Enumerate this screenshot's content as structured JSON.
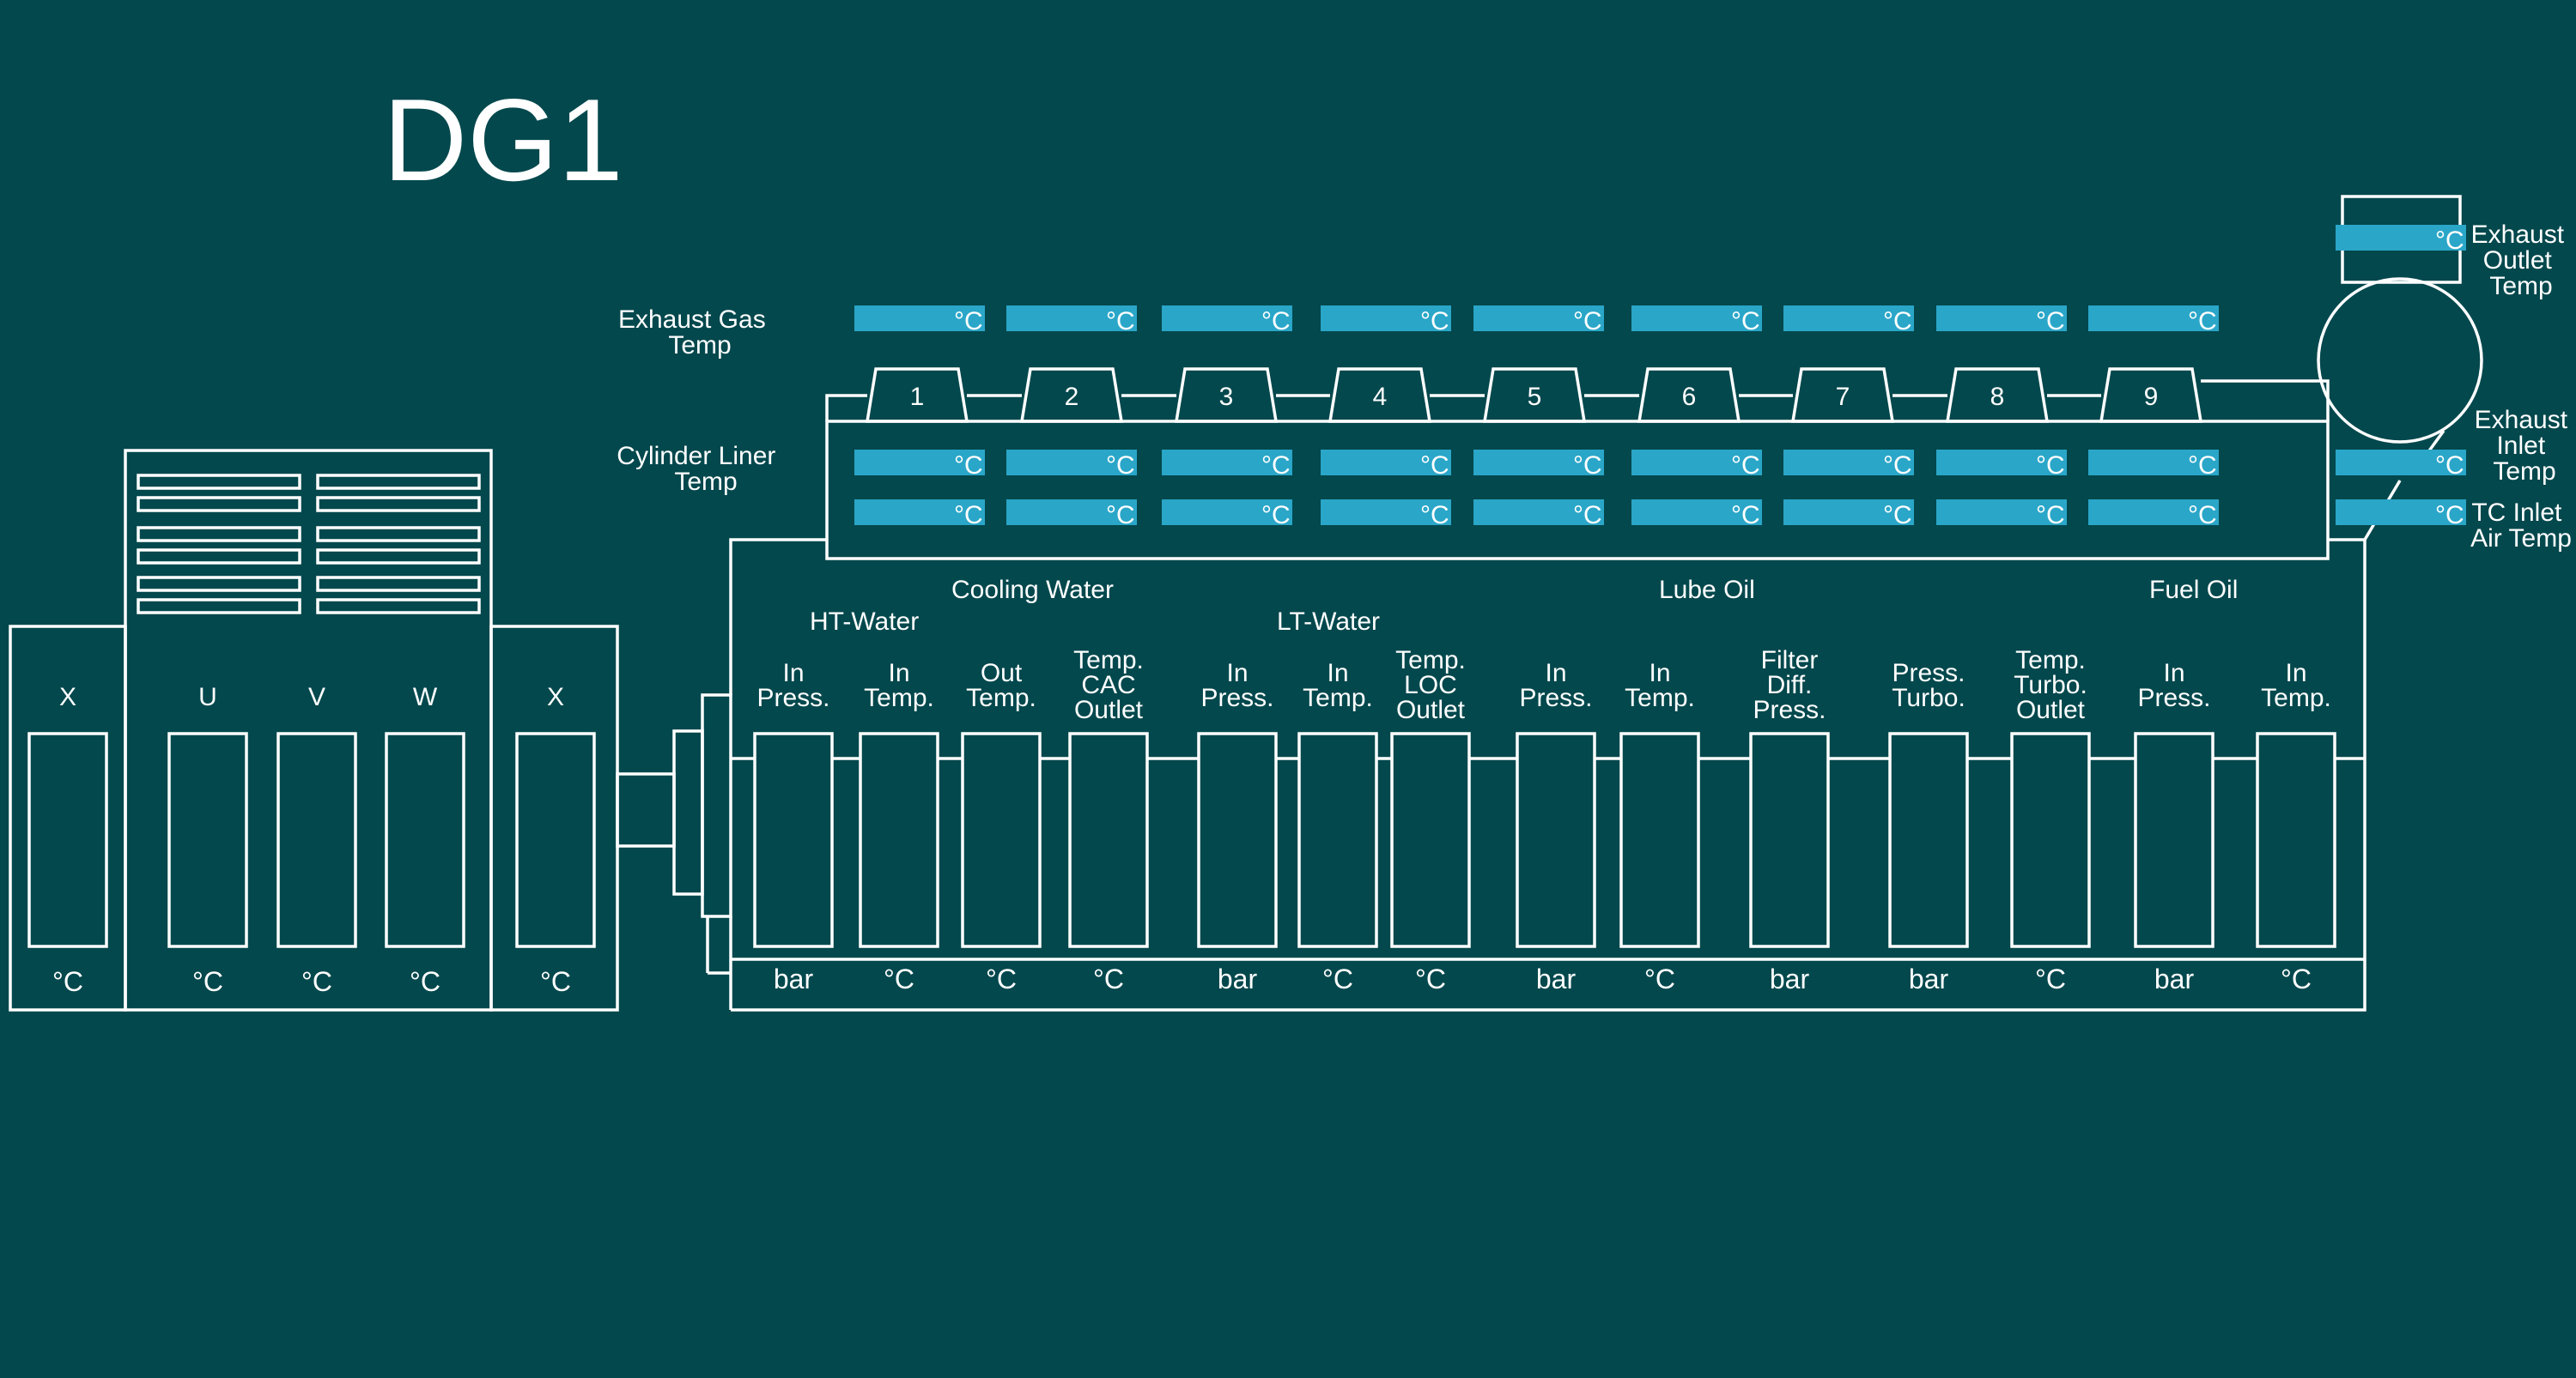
{
  "title": "DG1",
  "exhaust_gas_label": [
    "Exhaust Gas",
    "Temp"
  ],
  "cylinder_liner_label": [
    "Cylinder Liner",
    "Temp"
  ],
  "cylinders": [
    "1",
    "2",
    "3",
    "4",
    "5",
    "6",
    "7",
    "8",
    "9"
  ],
  "celsius": "°C",
  "group_labels": {
    "cooling_water": "Cooling Water",
    "ht_water": "HT-Water",
    "lt_water": "LT-Water",
    "lube_oil": "Lube Oil",
    "fuel_oil": "Fuel Oil"
  },
  "engine_gauges": [
    {
      "label": [
        "In",
        "Press."
      ],
      "unit": "bar"
    },
    {
      "label": [
        "In",
        "Temp."
      ],
      "unit": "°C"
    },
    {
      "label": [
        "Out",
        "Temp."
      ],
      "unit": "°C"
    },
    {
      "label": [
        "Temp.",
        "CAC",
        "Outlet"
      ],
      "unit": "°C"
    },
    {
      "label": [
        "In",
        "Press."
      ],
      "unit": "bar"
    },
    {
      "label": [
        "In",
        "Temp."
      ],
      "unit": "°C"
    },
    {
      "label": [
        "Temp.",
        "LOC",
        "Outlet"
      ],
      "unit": "°C"
    },
    {
      "label": [
        "In",
        "Press."
      ],
      "unit": "bar"
    },
    {
      "label": [
        "In",
        "Temp."
      ],
      "unit": "°C"
    },
    {
      "label": [
        "Filter",
        "Diff.",
        "Press."
      ],
      "unit": "bar"
    },
    {
      "label": [
        "Press.",
        "Turbo."
      ],
      "unit": "bar"
    },
    {
      "label": [
        "Temp.",
        "Turbo.",
        "Outlet"
      ],
      "unit": "°C"
    },
    {
      "label": [
        "In",
        "Press."
      ],
      "unit": "bar"
    },
    {
      "label": [
        "In",
        "Temp."
      ],
      "unit": "°C"
    }
  ],
  "generator_gauges": [
    {
      "label": "X",
      "unit": "°C"
    },
    {
      "label": "U",
      "unit": "°C"
    },
    {
      "label": "V",
      "unit": "°C"
    },
    {
      "label": "W",
      "unit": "°C"
    },
    {
      "label": "X",
      "unit": "°C"
    }
  ],
  "turbo_labels": {
    "exhaust_outlet": [
      "Exhaust",
      "Outlet",
      "Temp"
    ],
    "exhaust_inlet": [
      "Exhaust",
      "Inlet",
      "Temp"
    ],
    "tc_inlet_air": [
      "TC Inlet",
      "Air Temp"
    ]
  },
  "colors": {
    "background": "#03484d",
    "indicator": "#2aa6c8",
    "line": "#ffffff"
  }
}
